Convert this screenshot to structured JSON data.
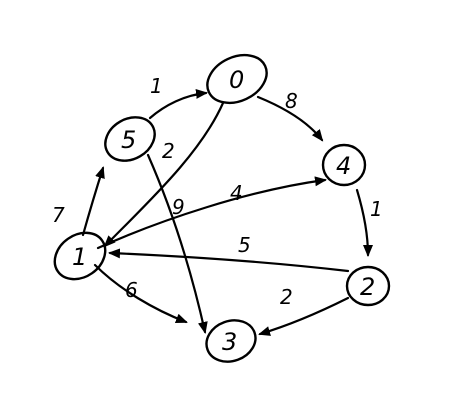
{
  "diagram": {
    "nodes": [
      {
        "id": "n0",
        "label": "0"
      },
      {
        "id": "n1",
        "label": "1"
      },
      {
        "id": "n2",
        "label": "2"
      },
      {
        "id": "n3",
        "label": "3"
      },
      {
        "id": "n4",
        "label": "4"
      },
      {
        "id": "n5",
        "label": "5"
      }
    ],
    "edges": [
      {
        "from": "5",
        "to": "0",
        "weight": "1"
      },
      {
        "from": "0",
        "to": "4",
        "weight": "8"
      },
      {
        "from": "0",
        "to": "1",
        "weight": "2"
      },
      {
        "from": "5",
        "to": "3",
        "weight": "9"
      },
      {
        "from": "1",
        "to": "4",
        "weight": "4"
      },
      {
        "from": "4",
        "to": "2",
        "weight": "1"
      },
      {
        "from": "2",
        "to": "1",
        "weight": "5"
      },
      {
        "from": "1",
        "to": "5",
        "weight": "7"
      },
      {
        "from": "1",
        "to": "3",
        "weight": "6"
      },
      {
        "from": "2",
        "to": "3",
        "weight": "2"
      }
    ]
  }
}
